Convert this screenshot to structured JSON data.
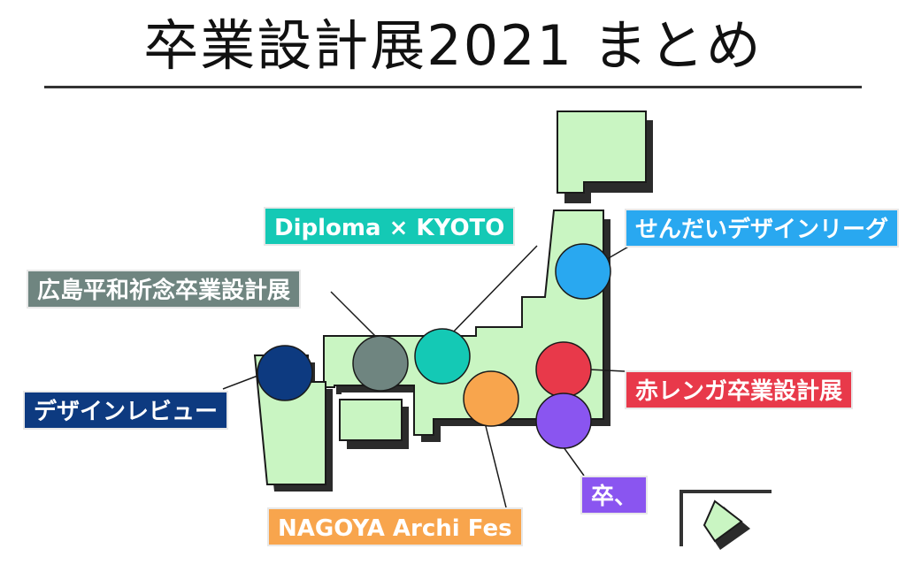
{
  "title": "卒業設計展2021 まとめ",
  "colors": {
    "land": "#c9f5c2",
    "shadow": "#2b2b2b",
    "outline": "#1a1a1a"
  },
  "events": [
    {
      "id": "kyoto",
      "label": "Diploma × KYOTO",
      "color": "#14c9b5"
    },
    {
      "id": "hiroshima",
      "label": "広島平和祈念卒業設計展",
      "color": "#6f8580"
    },
    {
      "id": "sendai",
      "label": "せんだいデザインリーグ",
      "color": "#29a8f0"
    },
    {
      "id": "review",
      "label": "デザインレビュー",
      "color": "#0d3a80"
    },
    {
      "id": "akarenga",
      "label": "赤レンガ卒業設計展",
      "color": "#e8394a"
    },
    {
      "id": "nagoya",
      "label": "NAGOYA Archi Fes",
      "color": "#f8a54d"
    },
    {
      "id": "sotsu",
      "label": "卒、",
      "color": "#8a55f0"
    }
  ]
}
